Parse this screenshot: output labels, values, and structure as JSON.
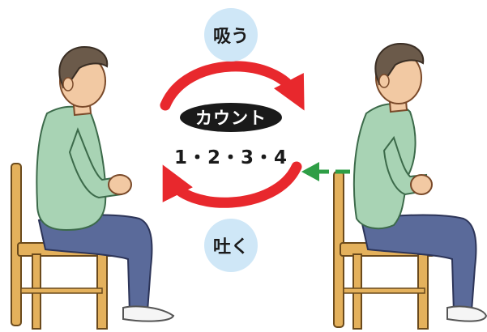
{
  "labels": {
    "inhale": "吸う",
    "exhale": "吐く",
    "count": "カウント",
    "count_numbers": "1・2・3・4"
  },
  "colors": {
    "bubble_fill": "#cfe7f7",
    "arrow_red": "#e8282d",
    "arrow_green": "#2e9e46",
    "pill_fill": "#1a1a1a",
    "sweater": "#a8d3b4",
    "pants": "#5a6a9a",
    "hair": "#6b5a4a",
    "skin": "#f2c9a3",
    "chair_wood": "#e4b15c"
  },
  "figures": [
    {
      "name": "seated-man-relaxed",
      "icon": "person-sitting-icon"
    },
    {
      "name": "seated-man-abdomen-in",
      "icon": "person-sitting-icon"
    }
  ],
  "arrows": [
    {
      "name": "top-cycle-arrow",
      "direction": "clockwise"
    },
    {
      "name": "bottom-cycle-arrow",
      "direction": "clockwise"
    },
    {
      "name": "abdomen-push-arrow",
      "direction": "left"
    }
  ]
}
